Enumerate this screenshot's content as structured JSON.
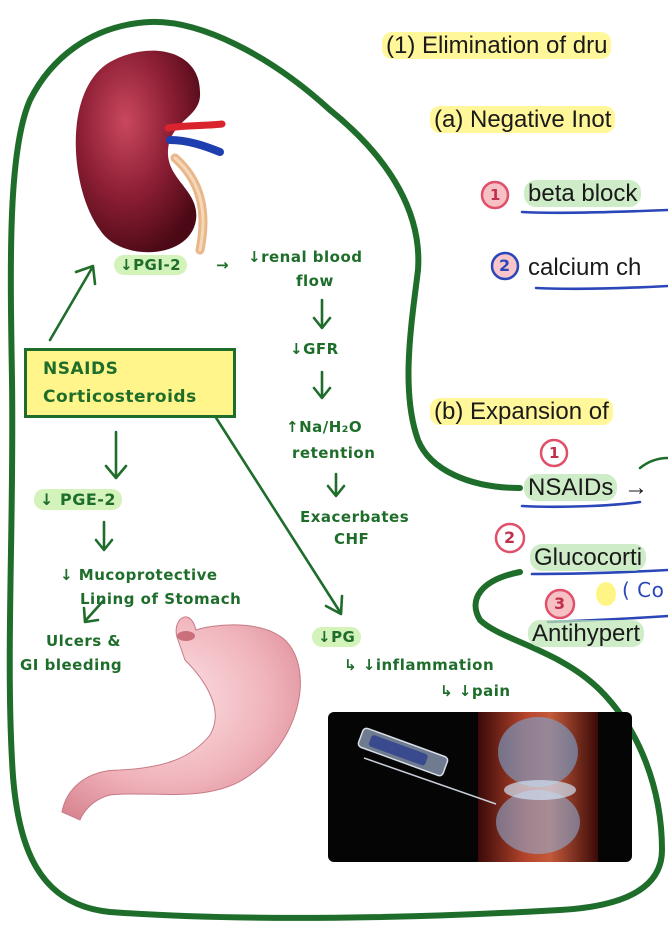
{
  "typed": {
    "h1": "(1) Elimination of dru",
    "a": "(a) Negative Inot",
    "a1": "beta block",
    "a2": "calcium ch",
    "b": "(b) Expansion of",
    "b1": "NSAIDs",
    "b1_arrow": "→",
    "b2": "Glucocorti",
    "b2_paren": "( Co",
    "b3": "Antihypert"
  },
  "handwritten": {
    "pgi2": "↓PGI-2",
    "renal_arrow": "→",
    "renal_line1": "↓renal blood",
    "renal_line2": "flow",
    "gfr": "↓GFR",
    "na_line1": "↑Na/H₂O",
    "na_line2": "retention",
    "exac_line1": "Exacerbates",
    "exac_line2": "CHF",
    "nsaids": "NSAIDS",
    "corticosteroids": "Corticosteroids",
    "pge2": "↓ PGE-2",
    "muco_line1": "↓ Mucoprotective",
    "muco_line2": "Lining of Stomach",
    "ulcers_line1": "Ulcers &",
    "ulcers_line2": "GI bleeding",
    "pg": "↓PG",
    "inflammation": "↳ ↓inflammation",
    "pain": "↳ ↓pain"
  },
  "circled_numbers": [
    "1",
    "2",
    "1",
    "2",
    "3"
  ],
  "colors": {
    "pen_green": "#1f6d2b",
    "highlight_yellow": "#fff478",
    "highlight_green": "#bee6b4",
    "pen_blue": "#2a46b8",
    "pen_red": "#e0506a"
  },
  "images": [
    "kidney-illustration",
    "stomach-illustration",
    "knee-injection-photo"
  ]
}
